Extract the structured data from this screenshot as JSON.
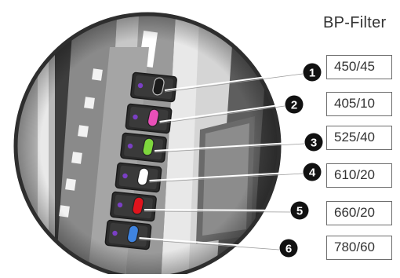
{
  "heading": "BP-Filter",
  "filters": [
    {
      "number": "1",
      "value": "450/45",
      "led": "#1b1b1b"
    },
    {
      "number": "2",
      "value": "405/10",
      "led": "#e94fb8"
    },
    {
      "number": "3",
      "value": "525/40",
      "led": "#7ed63d"
    },
    {
      "number": "4",
      "value": "610/20",
      "led": "#ffffff"
    },
    {
      "number": "5",
      "value": "660/20",
      "led": "#e0141d"
    },
    {
      "number": "6",
      "value": "780/60",
      "led": "#3f84e0"
    }
  ],
  "colors": {
    "lens_rim": "#2e2e2e",
    "panel_dark": "#3a3a3a",
    "panel_light": "#c9c9c9",
    "marker": "#111111",
    "leader": "#ffffff"
  }
}
